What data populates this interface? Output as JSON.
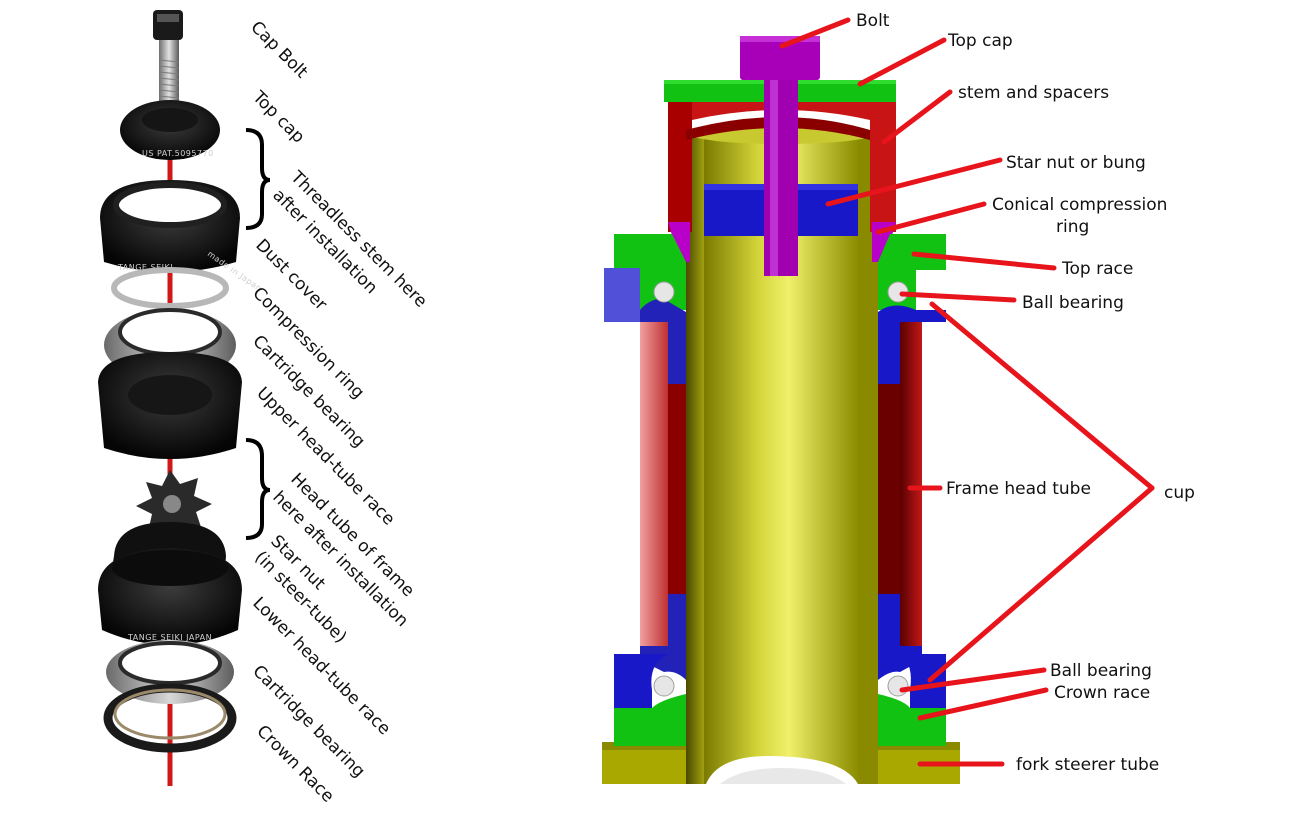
{
  "exploded": {
    "labels": [
      "Cap Bolt",
      "Top cap",
      "Threadless stem here",
      "after installation",
      "Dust cover",
      "Compression ring",
      "Cartridge bearing",
      "Upper head-tube race",
      "Head tube of frame",
      "here after installation",
      "Star nut",
      "(in steer-tube)",
      "Lower head-tube race",
      "Cartridge bearing",
      "Crown Race"
    ],
    "stamps": [
      "US PAT.5095770",
      "TANGE SEIKI",
      "made in Japan",
      "TANGE SEIKI JAPAN"
    ]
  },
  "cross_section": {
    "labels": [
      "Bolt",
      "Top cap",
      "stem and spacers",
      "Star nut or bung",
      "Conical compression",
      "ring",
      "Top race",
      "Ball bearing",
      "Frame head tube",
      "cup",
      "Ball bearing",
      "Crown race",
      "fork steerer tube"
    ]
  },
  "colors": {
    "callout": "#e8141c",
    "steerer": "#a8a800",
    "bolt": "#a800b8",
    "top_cap": "#12c212",
    "stem": "#c81414",
    "star_nut": "#1818c8",
    "ball": "#e6e6e6"
  }
}
